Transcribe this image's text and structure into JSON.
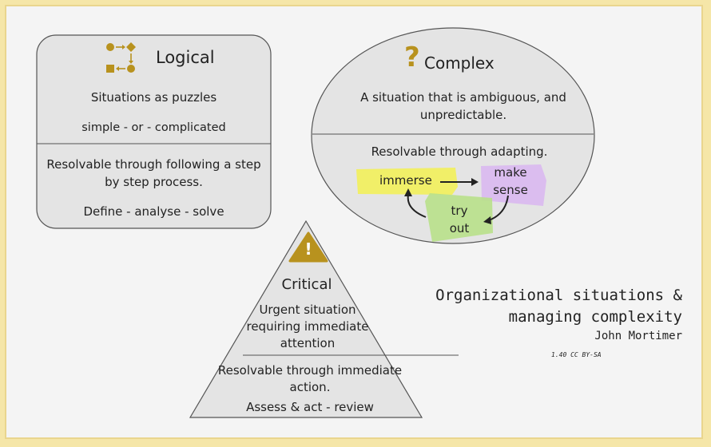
{
  "logical": {
    "title": "Logical",
    "subtitle": "Situations as puzzles",
    "types": "simple -  or  -  complicated",
    "resolution_line1": "Resolvable through following a step",
    "resolution_line2": "by step process.",
    "method": "Define - analyse - solve"
  },
  "complex": {
    "icon_glyph": "?",
    "title": "Complex",
    "desc_line1": "A situation that is ambiguous, and",
    "desc_line2": "unpredictable.",
    "resolution": "Resolvable through adapting.",
    "cycle": {
      "immerse": "immerse",
      "make_line1": "make",
      "make_line2": "sense",
      "try_line1": "try",
      "try_line2": "out"
    }
  },
  "critical": {
    "icon_glyph": "!",
    "title": "Critical",
    "desc_line1": "Urgent  situation",
    "desc_line2": "requiring immediate",
    "desc_line3": "attention",
    "resolution_line1": "Resolvable through immediate",
    "resolution_line2": "action.",
    "method": "Assess & act - review"
  },
  "footer": {
    "title_line1": "Organizational situations &",
    "title_line2": "managing  complexity",
    "author": "John Mortimer",
    "license": "1.40 CC BY-SA"
  },
  "colors": {
    "accent": "#b8921e",
    "panel_fill": "#e4e4e4",
    "outline": "#555555",
    "immerse_note": "#f2f05a",
    "make_sense_note": "#d9b8f0",
    "try_out_note": "#b8e08a"
  }
}
